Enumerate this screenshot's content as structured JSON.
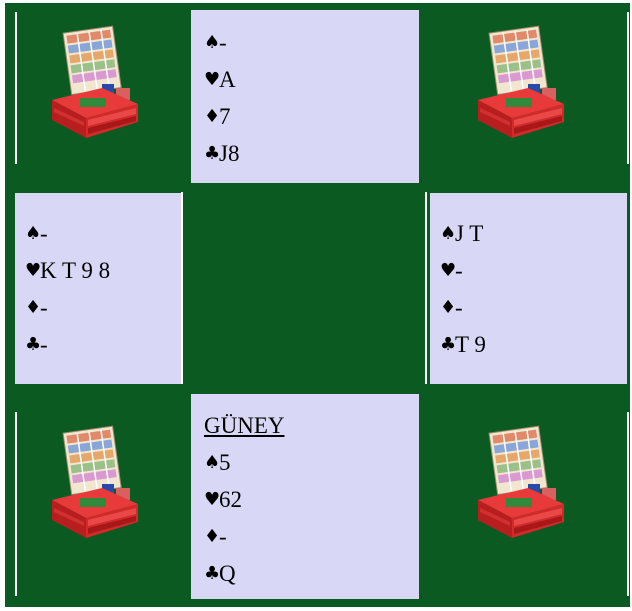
{
  "icons": {
    "suit_spade": "♠",
    "suit_heart": "♥",
    "suit_diamond": "♦",
    "suit_club": "♣",
    "board_holder": "bridge-board-holder-icon"
  },
  "colors": {
    "felt": "#0a5a22",
    "panel": "#d8d8f6",
    "holder_red": "#d42a2a"
  },
  "north": {
    "spades": "-",
    "hearts": "A",
    "diamonds": "7",
    "clubs": "J8"
  },
  "west": {
    "spades": "-",
    "hearts": "K T 9 8",
    "diamonds": "-",
    "clubs": "-"
  },
  "east": {
    "spades": "J T",
    "hearts": "-",
    "diamonds": "-",
    "clubs": "T 9"
  },
  "south": {
    "title": "GÜNEY",
    "spades": "5",
    "hearts": "62",
    "diamonds": "-",
    "clubs": "Q"
  }
}
